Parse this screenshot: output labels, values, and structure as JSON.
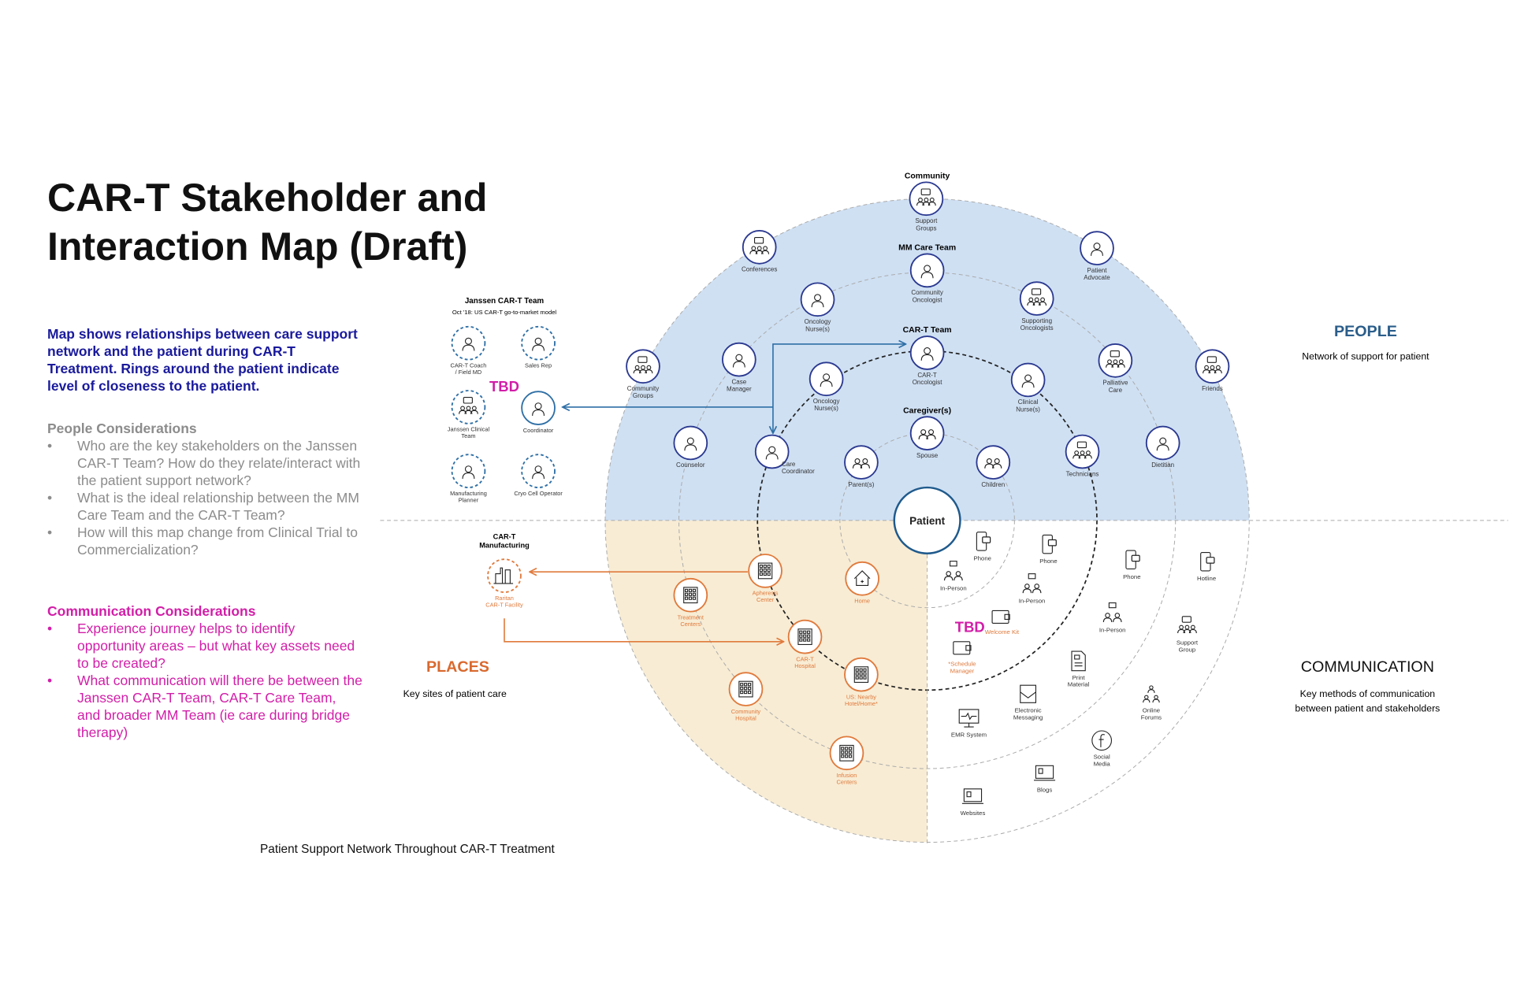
{
  "title": "CAR-T Stakeholder and Interaction Map (Draft)",
  "title_lines": [
    "CAR-T Stakeholder and",
    "Interaction Map (Draft)"
  ],
  "intro": "Map shows relationships between care support network and the patient during CAR-T Treatment. Rings around the patient indicate level of closeness to the patient.",
  "people_considerations": {
    "heading": "People Considerations",
    "items": [
      "Who are the key stakeholders on the Janssen CAR-T Team? How do they relate/interact with the patient support network?",
      "What is the ideal relationship between the MM Care Team and the CAR-T Team?",
      "How will this map change from Clinical Trial to Commercialization?"
    ]
  },
  "communication_considerations": {
    "heading": "Communication Considerations",
    "items": [
      "Experience journey helps to identify opportunity areas – but what key assets need to be created?",
      "What communication will there be between the Janssen CAR-T Team, CAR-T Care Team, and broader MM Team (ie care during bridge therapy)"
    ]
  },
  "colors": {
    "people_fill": "#cfe0f3",
    "places_fill": "#f8ecd4",
    "people_stroke": "#2b3990",
    "places_stroke": "#e07a3c",
    "arrow_blue": "#2e6fa6",
    "tbd": "#d21ea8"
  },
  "center": {
    "label": "Patient"
  },
  "people": {
    "heading": "PEOPLE",
    "subtitle": "Network of support for patient",
    "ring_labels": [
      "Community",
      "MM Care Team",
      "CAR-T Team",
      "Caregiver(s)"
    ],
    "nodes": [
      {
        "label": "Support\nGroups",
        "icon": "group"
      },
      {
        "label": "Conferences",
        "icon": "group"
      },
      {
        "label": "Patient\nAdvocate",
        "icon": "person"
      },
      {
        "label": "Community\nOncologist",
        "icon": "person"
      },
      {
        "label": "Oncology\nNurse(s)",
        "icon": "person"
      },
      {
        "label": "Supporting\nOncologists",
        "icon": "group"
      },
      {
        "label": "CAR-T\nOncologist",
        "icon": "person"
      },
      {
        "label": "Community\nGroups",
        "icon": "group"
      },
      {
        "label": "Case\nManager",
        "icon": "person"
      },
      {
        "label": "Palliative\nCare",
        "icon": "group"
      },
      {
        "label": "Friends",
        "icon": "group"
      },
      {
        "label": "Oncology\nNurse(s)",
        "icon": "person"
      },
      {
        "label": "Clinical\nNurse(s)",
        "icon": "person"
      },
      {
        "label": "Spouse",
        "icon": "pair"
      },
      {
        "label": "Counselor",
        "icon": "person"
      },
      {
        "label": "Care\nCoordinator",
        "icon": "person"
      },
      {
        "label": "Parent(s)",
        "icon": "pair"
      },
      {
        "label": "Children",
        "icon": "pair"
      },
      {
        "label": "Technicians",
        "icon": "group"
      },
      {
        "label": "Dietitian",
        "icon": "person"
      }
    ]
  },
  "janssen_team": {
    "title": "Janssen CAR-T Team",
    "subtitle": "Oct '18: US CAR-T go-to-market model",
    "tbd": "TBD",
    "members": [
      {
        "label": "CAR-T Coach\n/ Field MD",
        "icon": "person"
      },
      {
        "label": "Sales Rep",
        "icon": "person"
      },
      {
        "label": "Janssen Clinical\nTeam",
        "icon": "group"
      },
      {
        "label": "Coordinator",
        "icon": "person"
      },
      {
        "label": "Manufacturing\nPlanner",
        "icon": "person"
      },
      {
        "label": "Cryo Cell Operator",
        "icon": "person"
      }
    ]
  },
  "places": {
    "heading": "PLACES",
    "subtitle": "Key sites of patient care",
    "manufacturing_label": "CAR-T\nManufacturing",
    "nodes": [
      {
        "label": "Apheresis\nCenter",
        "icon": "building"
      },
      {
        "label": "Home",
        "icon": "house"
      },
      {
        "label": "Treatment\nCenters",
        "icon": "building"
      },
      {
        "label": "CAR-T\nHospital",
        "icon": "building"
      },
      {
        "label": "US: Nearby\nHotel/Home*",
        "icon": "building"
      },
      {
        "label": "Community\nHospital",
        "icon": "building"
      },
      {
        "label": "Infusion\nCenters",
        "icon": "building"
      },
      {
        "label": "Raritan\nCAR-T Facility",
        "icon": "factory"
      }
    ]
  },
  "communication": {
    "heading": "COMMUNICATION",
    "subtitle": "Key methods of communication\nbetween patient and stakeholders",
    "tbd": "TBD",
    "nodes": [
      {
        "label": "Phone",
        "icon": "phone"
      },
      {
        "label": "In-Person",
        "icon": "inperson"
      },
      {
        "label": "Phone",
        "icon": "phone"
      },
      {
        "label": "In-Person",
        "icon": "inperson"
      },
      {
        "label": "Phone",
        "icon": "phone"
      },
      {
        "label": "Hotline",
        "icon": "phone"
      },
      {
        "label": "In-Person",
        "icon": "inperson"
      },
      {
        "label": "Support\nGroup",
        "icon": "group"
      },
      {
        "label": "Welcome Kit",
        "icon": "kit"
      },
      {
        "label": "*Schedule\nManager",
        "icon": "kit"
      },
      {
        "label": "Print\nMaterial",
        "icon": "doc"
      },
      {
        "label": "Electronic\nMessaging",
        "icon": "mail"
      },
      {
        "label": "Online\nForums",
        "icon": "forum"
      },
      {
        "label": "EMR System",
        "icon": "monitor"
      },
      {
        "label": "Social\nMedia",
        "icon": "facebook"
      },
      {
        "label": "Blogs",
        "icon": "laptop"
      },
      {
        "label": "Websites",
        "icon": "laptop"
      }
    ]
  },
  "footer": "Patient Support Network Throughout CAR-T Treatment"
}
